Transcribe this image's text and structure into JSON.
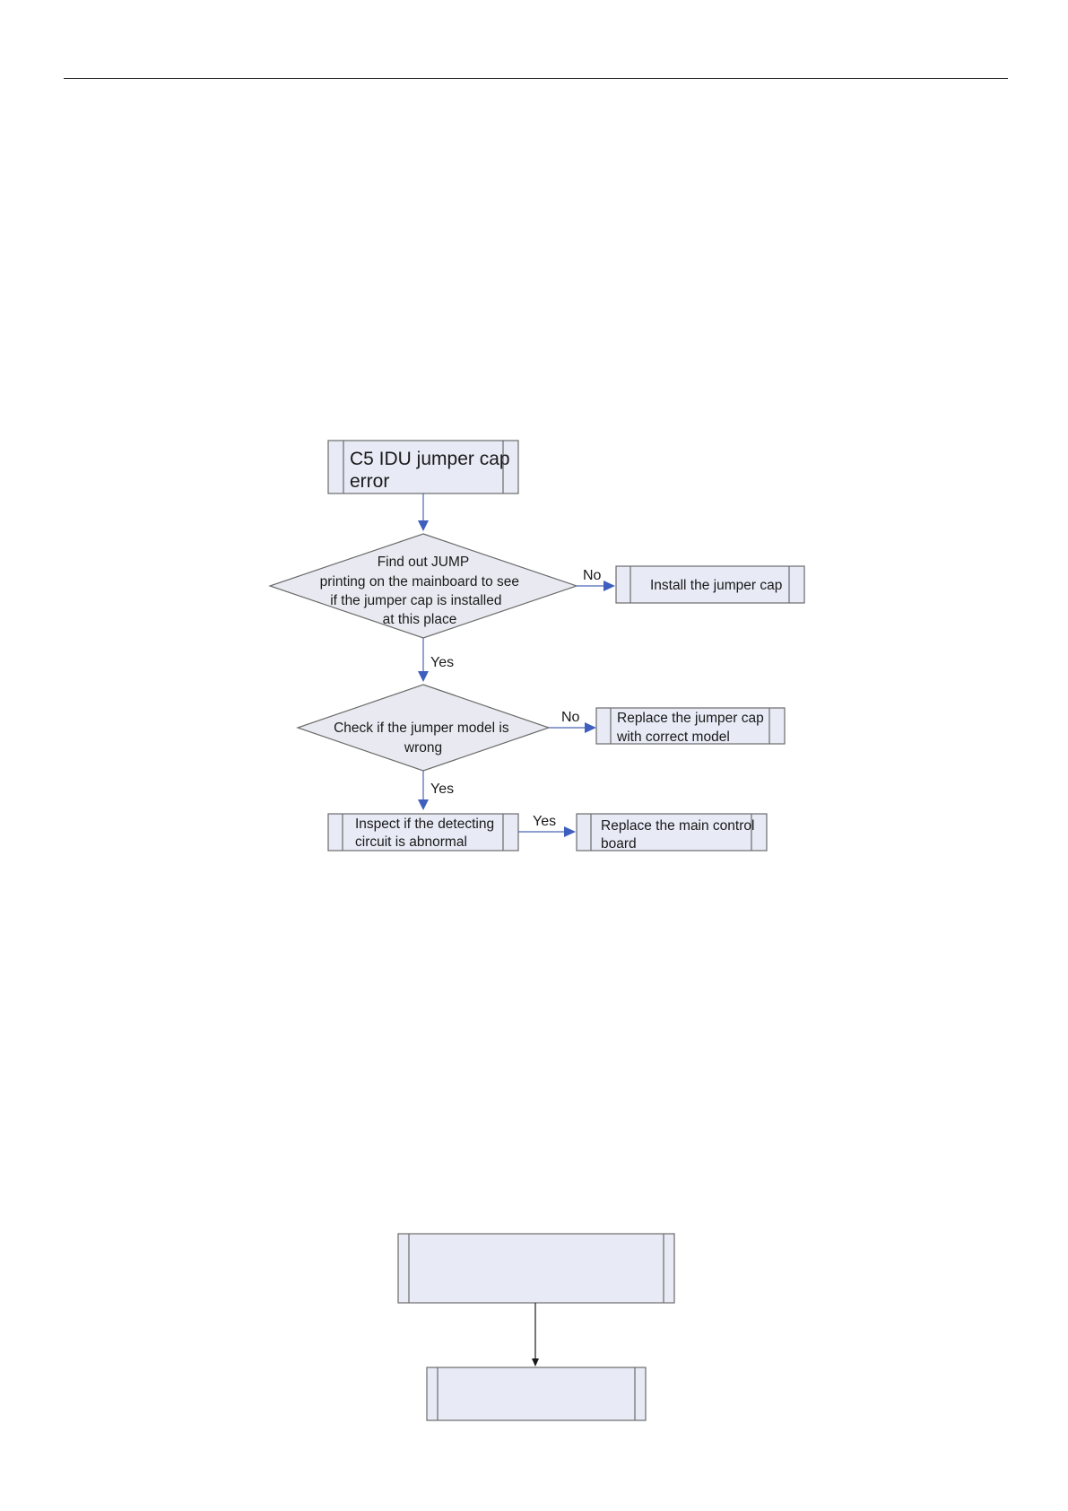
{
  "diagram": {
    "start": {
      "lines": [
        "C5 IDU jumper cap",
        "error"
      ]
    },
    "decision_jump": {
      "lines": [
        "Find out JUMP",
        "printing on the mainboard to see",
        "if the jumper cap is installed",
        "at this place"
      ]
    },
    "install_cap": {
      "lines": [
        "Install the jumper cap"
      ]
    },
    "decision_model": {
      "lines": [
        "Check if the jumper model is",
        "wrong"
      ]
    },
    "replace_cap": {
      "lines": [
        "Replace the jumper cap",
        "with correct model"
      ]
    },
    "inspect_circuit": {
      "lines": [
        "Inspect if the detecting",
        "circuit is abnormal"
      ]
    },
    "replace_board": {
      "lines": [
        "Replace the main control",
        "board"
      ]
    },
    "edge_labels": {
      "jump_no": "No",
      "jump_yes": "Yes",
      "model_no": "No",
      "model_yes": "Yes",
      "inspect_yes": "Yes"
    }
  },
  "colors": {
    "box_fill": "#e8eaf6",
    "outline": "#6b6b6b",
    "arrow_blue": "#3f5fbf",
    "arrow_black": "#1a1a1a"
  }
}
